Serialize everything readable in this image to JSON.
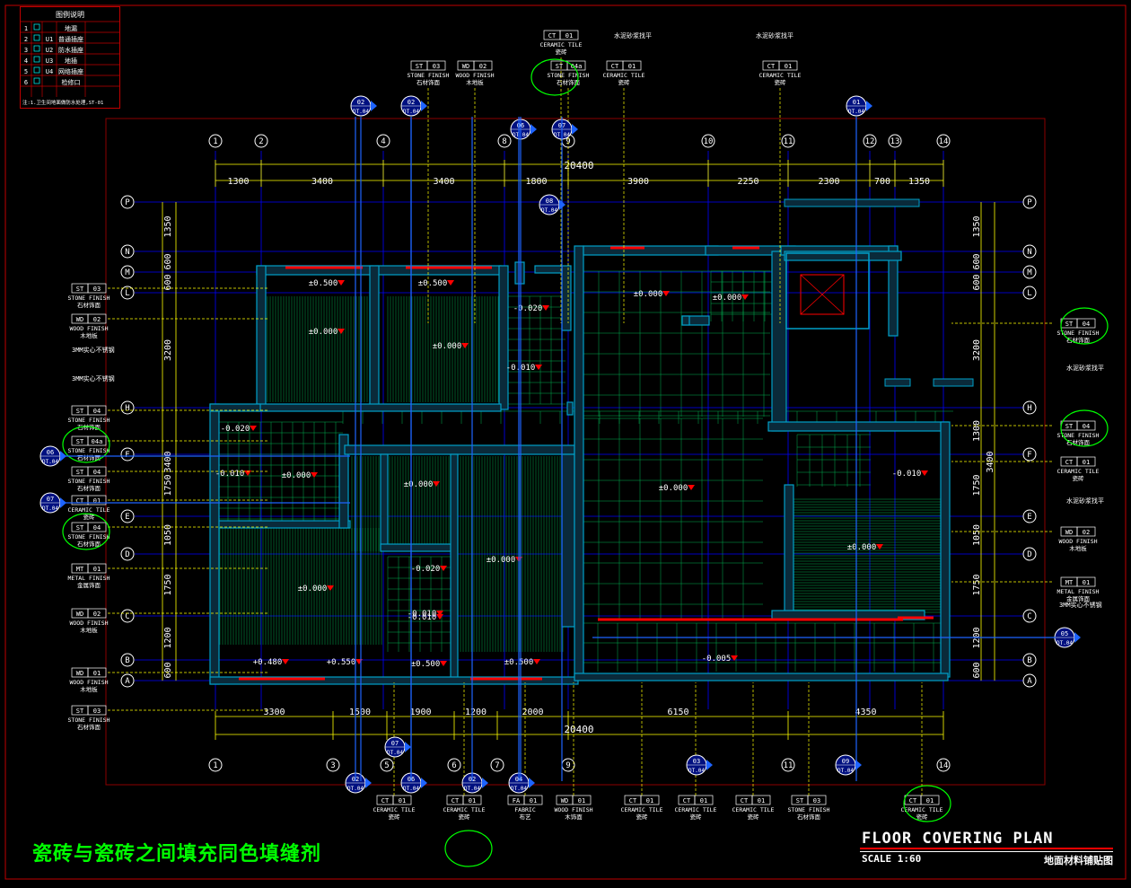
{
  "title": "FLOOR COVERING PLAN",
  "scale": "SCALE 1:60",
  "title_cn": "地面材料铺贴图",
  "note_cn": "瓷砖与瓷砖之间填充同色填缝剂",
  "colors": {
    "grid": "#0000ff",
    "wall": "#00a0c8",
    "text": "#ffffff",
    "dim": "#ffff00",
    "green": "#00ff00",
    "red": "#ff0000",
    "hatch": "#00b050"
  },
  "legend": {
    "header": "图例说明",
    "rows": [
      {
        "no": "1",
        "code": "",
        "desc": "地漏"
      },
      {
        "no": "2",
        "code": "U1",
        "desc": "普通插座"
      },
      {
        "no": "3",
        "code": "U2",
        "desc": "防水插座"
      },
      {
        "no": "4",
        "code": "U3",
        "desc": "地插"
      },
      {
        "no": "5",
        "code": "U4",
        "desc": "网络插座"
      },
      {
        "no": "6",
        "code": "",
        "desc": "检修口"
      }
    ],
    "footnote": "注:1.卫生间地面做防水处理,ST-01"
  },
  "axes_top": [
    "1",
    "2",
    "4",
    "8",
    "9",
    "10",
    "11",
    "12",
    "13",
    "14"
  ],
  "axes_bottom": [
    "1",
    "3",
    "5",
    "6",
    "7",
    "9",
    "11",
    "14"
  ],
  "axes_left": [
    "P",
    "N",
    "M",
    "L",
    "H",
    "F",
    "E",
    "D",
    "C",
    "B",
    "A"
  ],
  "axes_right": [
    "P",
    "N",
    "M",
    "L",
    "H",
    "F",
    "E",
    "D",
    "C",
    "B",
    "A"
  ],
  "dims_top": {
    "total": "20400",
    "segments": [
      "1300",
      "3400",
      "3400",
      "1800",
      "3900",
      "2250",
      "2300",
      "700",
      "1350"
    ]
  },
  "dims_bottom": {
    "total": "20400",
    "segments": [
      "3300",
      "1500",
      "1900",
      "1200",
      "2000",
      "6150",
      "4350"
    ]
  },
  "dims_left": [
    "1350",
    "600",
    "600",
    "3200",
    "3400",
    "1750",
    "1050",
    "1750",
    "1200",
    "600"
  ],
  "dims_right": [
    "1350",
    "600",
    "600",
    "3200",
    "1300",
    "3400",
    "1750",
    "1050",
    "1750",
    "1200",
    "600"
  ],
  "levels": [
    "±0.500",
    "±0.500",
    "±0.000",
    "±0.000",
    "±0.000",
    "-0.020",
    "-0.010",
    "±0.000",
    "-0.020",
    "-0.010",
    "±0.000",
    "±0.000",
    "±0.000",
    "-0.010",
    "±0.000",
    "±0.000",
    "-0.020",
    "-0.010",
    "+0.480",
    "+0.550",
    "±0.500",
    "±0.500",
    "-0.005",
    "±0.000",
    "-0.010"
  ],
  "tags_left": [
    {
      "code": "ST",
      "num": "03",
      "en": "STONE FINISH",
      "cn": "石材饰面"
    },
    {
      "code": "WD",
      "num": "02",
      "en": "WOOD FINISH",
      "cn": "木地板"
    },
    {
      "code": "ST",
      "num": "04",
      "en": "STONE FINISH",
      "cn": "石材饰面"
    },
    {
      "code": "ST",
      "num": "04a",
      "en": "STONE FINISH",
      "cn": "石材饰面"
    },
    {
      "code": "ST",
      "num": "04",
      "en": "STONE FINISH",
      "cn": "石材饰面"
    },
    {
      "code": "CT",
      "num": "01",
      "en": "CERAMIC TILE",
      "cn": "瓷砖"
    },
    {
      "code": "ST",
      "num": "04",
      "en": "STONE FINISH",
      "cn": "石材饰面"
    },
    {
      "code": "MT",
      "num": "01",
      "en": "METAL FINISH",
      "cn": "金属饰面"
    },
    {
      "code": "WD",
      "num": "02",
      "en": "WOOD FINISH",
      "cn": "木地板"
    },
    {
      "code": "WD",
      "num": "01",
      "en": "WOOD FINISH",
      "cn": "木地板"
    },
    {
      "code": "ST",
      "num": "03",
      "en": "STONE FINISH",
      "cn": "石材饰面"
    }
  ],
  "tags_right": [
    {
      "code": "ST",
      "num": "04",
      "en": "STONE FINISH",
      "cn": "石材饰面"
    },
    {
      "code": "ST",
      "num": "04",
      "en": "STONE FINISH",
      "cn": "石材饰面"
    },
    {
      "code": "CT",
      "num": "01",
      "en": "CERAMIC TILE",
      "cn": "瓷砖"
    },
    {
      "code": "WD",
      "num": "02",
      "en": "WOOD FINISH",
      "cn": "木地板"
    },
    {
      "code": "MT",
      "num": "01",
      "en": "METAL FINISH",
      "cn": "金属饰面"
    }
  ],
  "tags_top": [
    {
      "code": "ST",
      "num": "03",
      "en": "STONE FINISH",
      "cn": "石材饰面"
    },
    {
      "code": "WD",
      "num": "02",
      "en": "WOOD FINISH",
      "cn": "木地板"
    },
    {
      "code": "CT",
      "num": "01",
      "en": "CERAMIC TILE",
      "cn": "瓷砖"
    },
    {
      "code": "ST",
      "num": "04a",
      "en": "STONE FINISH",
      "cn": "石材饰面"
    },
    {
      "code": "CT",
      "num": "01",
      "en": "CERAMIC TILE",
      "cn": "瓷砖"
    },
    {
      "code": "CT",
      "num": "01",
      "en": "CERAMIC TILE",
      "cn": "瓷砖"
    }
  ],
  "tags_bottom": [
    {
      "code": "CT",
      "num": "01",
      "en": "CERAMIC TILE",
      "cn": "瓷砖"
    },
    {
      "code": "CT",
      "num": "01",
      "en": "CERAMIC TILE",
      "cn": "瓷砖"
    },
    {
      "code": "FA",
      "num": "01",
      "en": "FABRIC",
      "cn": "布艺"
    },
    {
      "code": "WD",
      "num": "01",
      "en": "WOOD FINISH",
      "cn": "木饰面"
    },
    {
      "code": "CT",
      "num": "01",
      "en": "CERAMIC TILE",
      "cn": "瓷砖"
    },
    {
      "code": "CT",
      "num": "01",
      "en": "CERAMIC TILE",
      "cn": "瓷砖"
    },
    {
      "code": "CT",
      "num": "01",
      "en": "CERAMIC TILE",
      "cn": "瓷砖"
    },
    {
      "code": "ST",
      "num": "03",
      "en": "STONE FINISH",
      "cn": "石材饰面"
    },
    {
      "code": "CT",
      "num": "01",
      "en": "CERAMIC TILE",
      "cn": "瓷砖"
    }
  ],
  "sections": [
    {
      "num": "02",
      "sheet": "DT.04"
    },
    {
      "num": "02",
      "sheet": "DT.04"
    },
    {
      "num": "06",
      "sheet": "DT.04"
    },
    {
      "num": "07",
      "sheet": "DT.04"
    },
    {
      "num": "08",
      "sheet": "DT.04"
    },
    {
      "num": "01",
      "sheet": "DT.04"
    },
    {
      "num": "06",
      "sheet": "DT.04"
    },
    {
      "num": "07",
      "sheet": "DT.04"
    },
    {
      "num": "05",
      "sheet": "DT.04"
    },
    {
      "num": "07",
      "sheet": "DT.04"
    },
    {
      "num": "02",
      "sheet": "DT.04"
    },
    {
      "num": "06",
      "sheet": "DT.04"
    },
    {
      "num": "02",
      "sheet": "DT.04"
    },
    {
      "num": "04",
      "sheet": "DT.04"
    },
    {
      "num": "03",
      "sheet": "DT.04"
    },
    {
      "num": "09",
      "sheet": "DT.04"
    }
  ],
  "notes_side": [
    "3MM实心不锈钢",
    "3MM实心不锈钢",
    "水泥砂浆找平",
    "水泥砂浆找平",
    "3MM实心不锈钢",
    "水泥砂浆找平",
    "水泥砂浆找平"
  ]
}
